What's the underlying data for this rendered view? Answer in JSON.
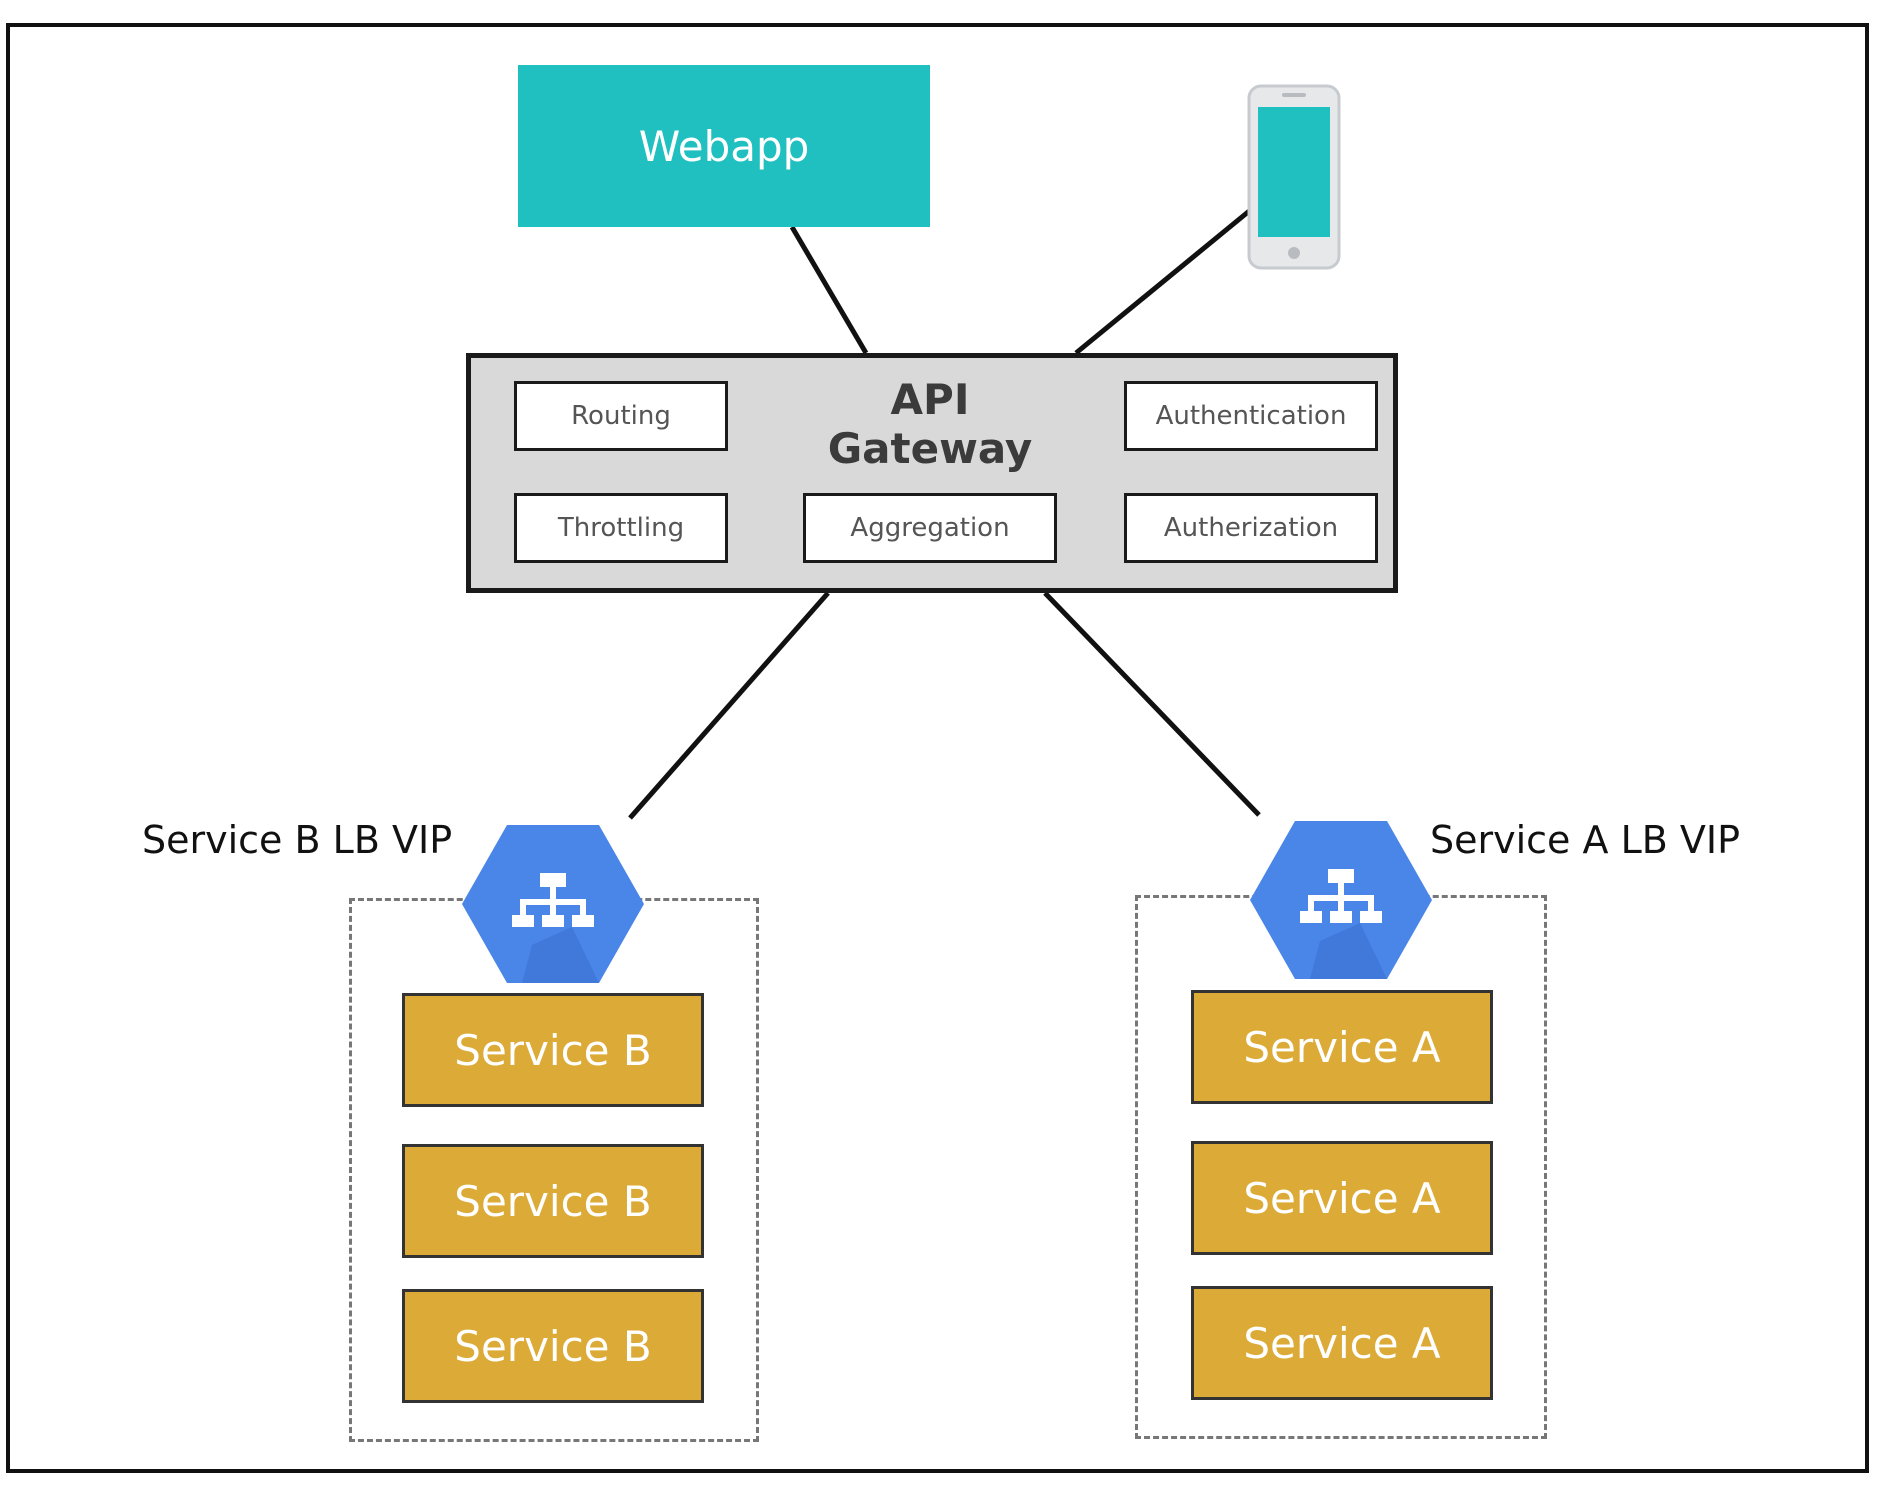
{
  "webapp": {
    "label": "Webapp",
    "color": "#20bfc0"
  },
  "mobile": {
    "icon": "mobile-phone-icon"
  },
  "gateway": {
    "title": "API Gateway",
    "features": {
      "routing": "Routing",
      "authentication": "Authentication",
      "throttling": "Throttling",
      "aggregation": "Aggregation",
      "authorization": "Autherization"
    }
  },
  "service_b": {
    "lb_label": "Service B LB VIP",
    "lb_icon": "load-balancer-icon",
    "instances": [
      "Service B",
      "Service B",
      "Service B"
    ]
  },
  "service_a": {
    "lb_label": "Service A LB VIP",
    "lb_icon": "load-balancer-icon",
    "instances": [
      "Service A",
      "Service A",
      "Service A"
    ]
  },
  "colors": {
    "service": "#dcaa36",
    "lb": "#4a85e8",
    "teal": "#20bfc0",
    "gateway": "#d9d9d9"
  }
}
